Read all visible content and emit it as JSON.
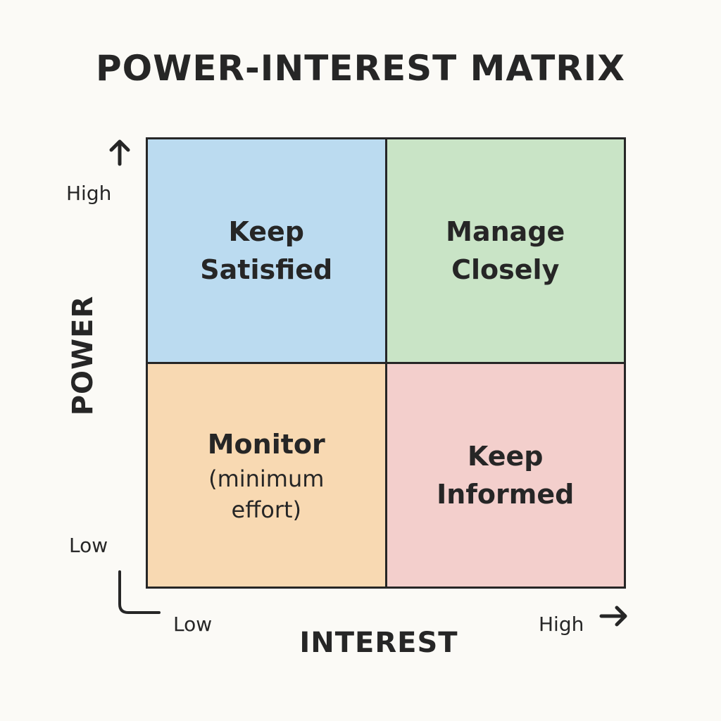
{
  "title": "POWER-INTEREST MATRIX",
  "axes": {
    "y_title": "POWER",
    "y_high": "High",
    "y_low": "Low",
    "x_title": "INTEREST",
    "x_low": "Low",
    "x_high": "High"
  },
  "quadrants": [
    {
      "label_line1": "Keep",
      "label_line2": "Satisfied",
      "color": "#bbdbf0"
    },
    {
      "label_line1": "Manage",
      "label_line2": "Closely",
      "color": "#c9e4c6"
    },
    {
      "label": "Monitor",
      "sub_line1": "(minimum",
      "sub_line2": "effort)",
      "color": "#f8d9b2"
    },
    {
      "label_line1": "Keep",
      "label_line2": "Informed",
      "color": "#f3cfcc"
    }
  ],
  "icons": {
    "y_arrow": "arrow-up-icon",
    "x_arrow": "arrow-right-icon",
    "origin": "axis-corner-icon"
  }
}
